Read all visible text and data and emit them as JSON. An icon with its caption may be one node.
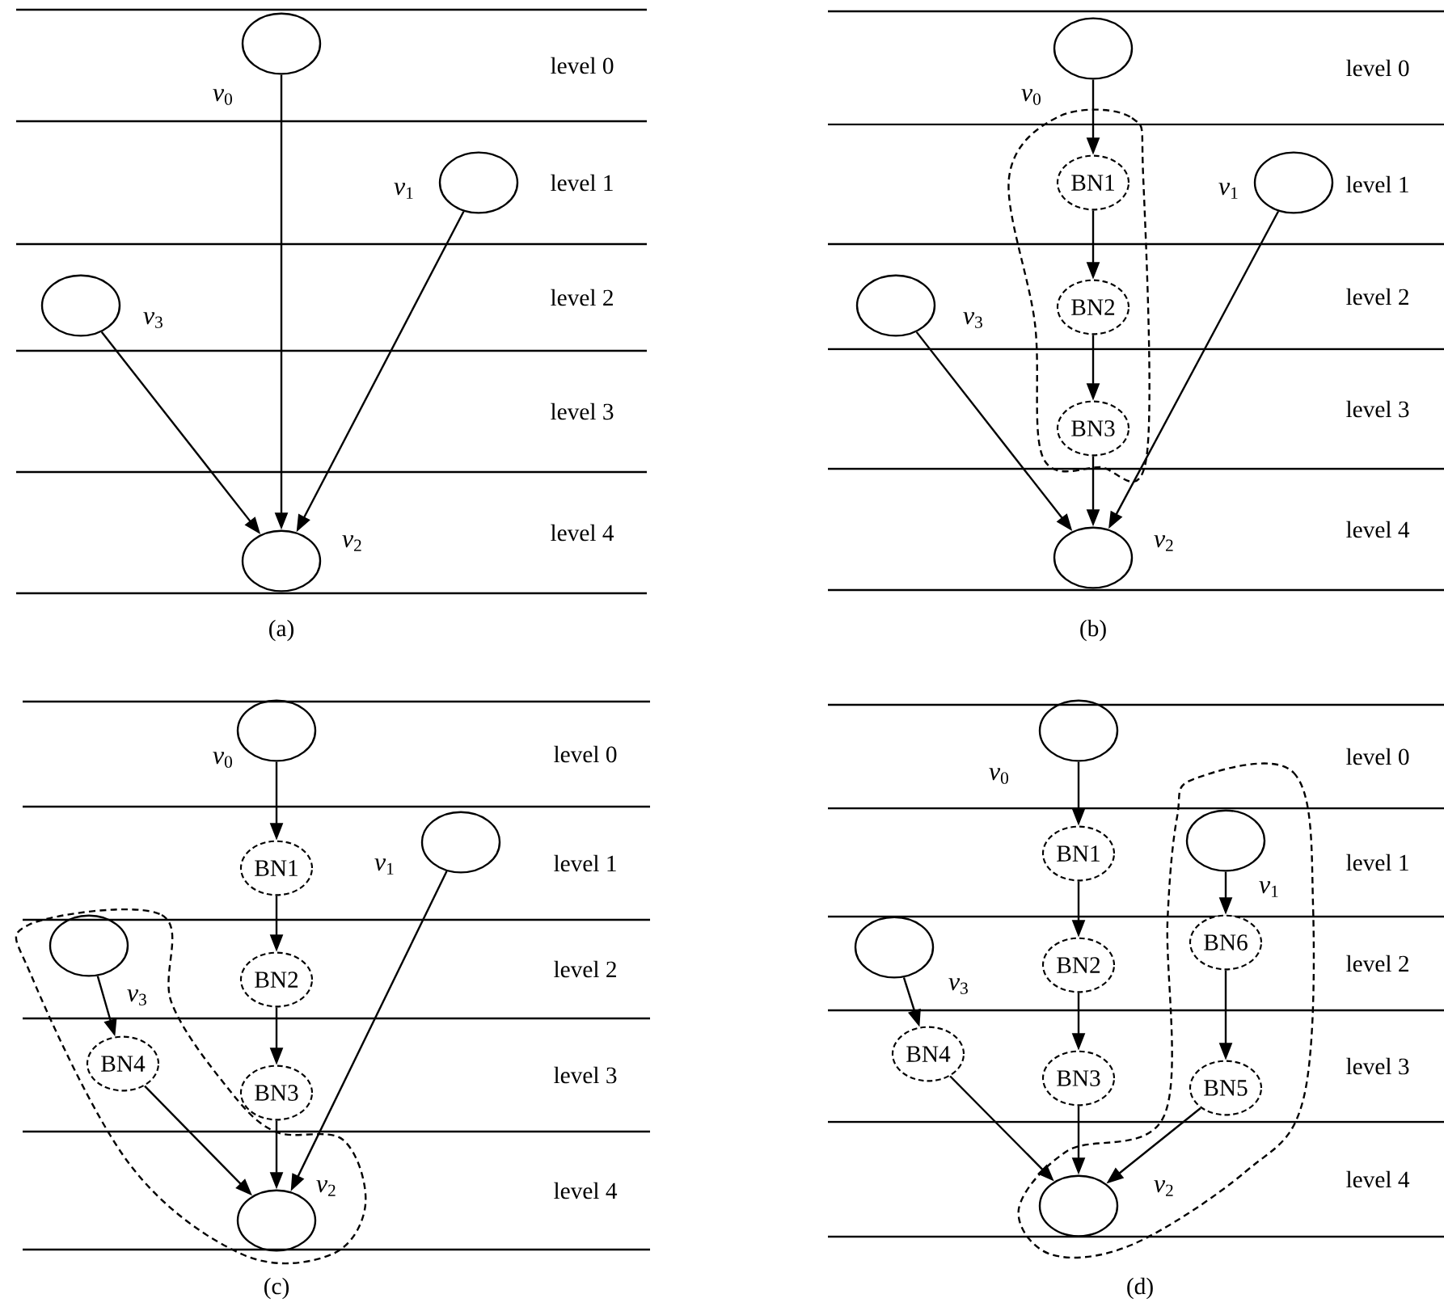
{
  "diagram": {
    "nodes": [
      {
        "text": [],
        "shape": "circle",
        "beside": [
          "*v*$_{0}$"
        ]
      },
      {
        "text": [],
        "shape": "circle",
        "beside": [
          "*v*$_{1}$"
        ]
      },
      {
        "text": [],
        "shape": "circle",
        "beside": [
          "*v*$_{3}$"
        ]
      },
      {
        "text": [],
        "shape": "circle",
        "beside": [
          "*v*$_{2}$"
        ]
      },
      {
        "text": [],
        "shape": "circle",
        "beside": [
          "*v*$_{0}$"
        ]
      },
      {
        "text": [
          "BN1"
        ]
      },
      {
        "text": [],
        "shape": "circle",
        "beside": [
          "*v*$_{1}$"
        ]
      },
      {
        "text": [
          "BN2"
        ]
      },
      {
        "text": [],
        "shape": "circle",
        "beside": [
          "*v*$_{3}$"
        ]
      },
      {
        "text": [
          "BN3"
        ]
      },
      {
        "text": [],
        "shape": "circle",
        "beside": [
          "*v*$_{2}$"
        ]
      },
      {
        "text": [],
        "shape": "circle",
        "beside": [
          "*v*$_{0}$"
        ]
      },
      {
        "text": [
          "BN1"
        ]
      },
      {
        "text": [],
        "shape": "circle",
        "beside": [
          "*v*$_{1}$"
        ]
      },
      {
        "text": [],
        "shape": "circle",
        "beside": [
          "*v*$_{3}$"
        ]
      },
      {
        "text": [
          "BN2"
        ]
      },
      {
        "text": [
          "BN4"
        ]
      },
      {
        "text": [
          "BN3"
        ]
      },
      {
        "text": [],
        "shape": "circle",
        "beside": [
          "*v*$_{2}$"
        ]
      },
      {
        "text": [],
        "shape": "circle",
        "beside": [
          "*v*$_{0}$"
        ]
      },
      {
        "text": [
          "BN1"
        ]
      },
      {
        "text": [],
        "shape": "circle",
        "beside": [
          "*v*$_{1}$"
        ]
      },
      {
        "text": [
          "BN6"
        ]
      },
      {
        "text": [],
        "shape": "circle",
        "beside": [
          "*v*$_{3}$"
        ]
      },
      {
        "text": [
          "BN2"
        ]
      },
      {
        "text": [
          "BN4"
        ]
      },
      {
        "text": [
          "BN3"
        ]
      },
      {
        "text": [
          "BN5"
        ]
      },
      {
        "text": [],
        "shape": "circle",
        "beside": [
          "*v*$_{2}$"
        ]
      }
    ],
    "edges": [
      {
        "from": 0,
        "to": 3,
        "arrow": "to"
      },
      {
        "from": 1,
        "to": 3,
        "arrow": "to"
      },
      {
        "from": 2,
        "to": 3,
        "arrow": "to"
      },
      {
        "from": 4,
        "to": 5,
        "arrow": "to"
      },
      {
        "from": 5,
        "to": 7,
        "arrow": "to"
      },
      {
        "from": 7,
        "to": 9,
        "arrow": "to"
      },
      {
        "from": 9,
        "to": 10,
        "arrow": "to"
      },
      {
        "from": 8,
        "to": 10,
        "arrow": "to"
      },
      {
        "from": 6,
        "to": 10,
        "arrow": "to"
      },
      {
        "from": 11,
        "to": 12,
        "arrow": "to"
      },
      {
        "from": 12,
        "to": 15,
        "arrow": "to"
      },
      {
        "from": 15,
        "to": 17,
        "arrow": "to"
      },
      {
        "from": 17,
        "to": 18,
        "arrow": "to"
      },
      {
        "from": 14,
        "to": 16,
        "arrow": "to"
      },
      {
        "from": 16,
        "to": 18,
        "arrow": "to"
      },
      {
        "from": 13,
        "to": 18,
        "arrow": "to"
      },
      {
        "from": 19,
        "to": 20,
        "arrow": "to"
      },
      {
        "from": 20,
        "to": 24,
        "arrow": "to"
      },
      {
        "from": 24,
        "to": 26,
        "arrow": "to"
      },
      {
        "from": 26,
        "to": 28,
        "arrow": "to"
      },
      {
        "from": 21,
        "to": 22,
        "arrow": "to"
      },
      {
        "from": 22,
        "to": 27,
        "arrow": "to"
      },
      {
        "from": 27,
        "to": 28,
        "arrow": "to"
      },
      {
        "from": 23,
        "to": 25,
        "arrow": "to"
      },
      {
        "from": 25,
        "to": 28,
        "arrow": "to"
      }
    ],
    "labels": [
      "level 0",
      "level 1",
      "level 2",
      "level 3",
      "level 4",
      "(a)",
      "level 0",
      "level 1",
      "level 2",
      "level 3",
      "level 4",
      "(b)",
      "level 0",
      "level 1",
      "level 2",
      "level 3",
      "level 4",
      "(c)",
      "level 0",
      "level 1",
      "level 2",
      "level 3",
      "level 4",
      "(d)"
    ]
  }
}
